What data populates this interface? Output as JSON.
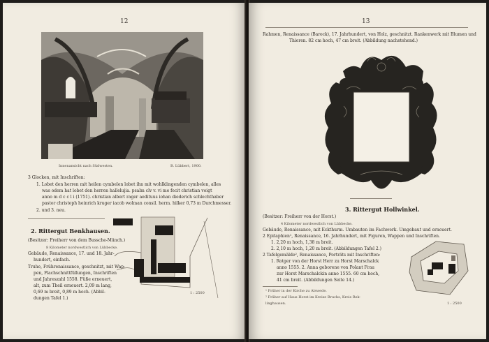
{
  "left": {
    "page_number": "12",
    "caption_left": "Innenansicht nach Südwesten.",
    "caption_right": "B. Lübbert, 1900.",
    "glocken_lines": [
      "3 Glocken, mit Inschriften:",
      "1. Lobet den herren mit heilen cymbelen lobet ihn mit wohlklingenden cymbelen, alles",
      "was odem hat lobet den herren hallelujia. psalm clv v. vi    me fecit christian voigt",
      "anno m d c c l i (1751). christian albert rager aedituus iohan diederich schlechthaber",
      "pastor christoph heinrich kruger iacob wolman consil. herm. hilker       0,73 m Durchmesser.",
      "2. und 3. neu."
    ],
    "section_title": "2. Rittergut Benkhausen.",
    "section_lines": [
      "(Besitzer: Freiherr von dem Bussche-Münch.)",
      "8 Kilometer nordwestlich von Lübbecke.",
      "Gebäude, Renaissance, 17. und 18. Jahr-",
      "hundert, einfach.",
      "Truhe, Frührenaissance, geschnitzt, mit Wap-",
      "pen, Flachschnittfüllungen, Inschriften",
      "und Jahreszahl 1558. Füße erneuert,",
      "alt, zum Theil erneuert. 2,09 m lang,",
      "0,69 m breit, 0,89 m hoch. (Abbil-",
      "dungen Tafel 1.)"
    ],
    "scale": "1 : 2500"
  },
  "right": {
    "page_number": "13",
    "intro_lines": [
      "Rahmen, Renaissance (Barock), 17. Jahrhundert, von Holz, geschnitzt. Rankenwerk mit Blumen und",
      "Thieren.  82 cm hoch, 47 cm breit. (Abbildung nachstehend.)"
    ],
    "section_title": "3. Rittergut Hollwinkel.",
    "section_lines": [
      "(Besitzer: Freiherr von der Horst.)",
      "4 Kilometer nordwestlich von Lübbecke.",
      "Gebäude, Renaissance, mit Eckthurm. Umbauten im Fachwerk. Umgebaut und erneuert.",
      "2 Epitaphien¹, Renaissance, 16. Jahrhundert, mit Figuren, Wappen und Inschriften.",
      "1. 2,20 m hoch, 1,38 m breit.",
      "2. 2,10 m hoch, 1,20 m breit. (Abbildungen Tafel 2.)",
      "2 Tafelgemälde², Renaissance, Porträts mit Inschriften:",
      "1. Rotger von der Horst Herr zu Horst Marschalck",
      "anno 1555. 2. Anna geborene von Polant Frau",
      "zur Horst Marschalckin anno 1555. 60 cm hoch,",
      "41 cm breit. (Abbildungen Seite 14.)"
    ],
    "footnotes": [
      "¹ Früher in der Kirche zu Alswede.",
      "² Früher auf Haus Horst im Kreise Bruchs, Kreis Rek-",
      "linghausen."
    ],
    "scale": "1 : 2500"
  }
}
